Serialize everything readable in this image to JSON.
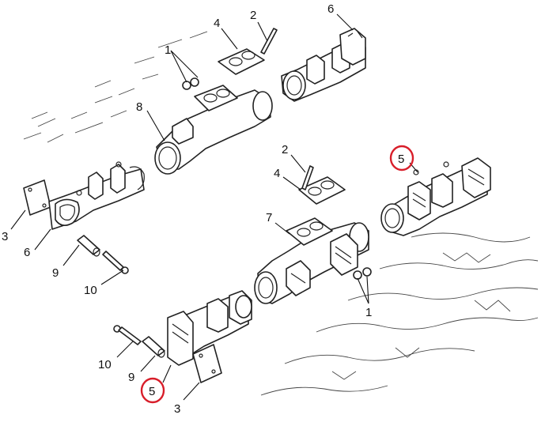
{
  "figure": {
    "labels": {
      "l1_top": "1",
      "l2_top": "2",
      "l4_top": "4",
      "l6_top": "6",
      "l8": "8",
      "l3_left": "3",
      "l6_left": "6",
      "l9_left": "9",
      "l10_left": "10",
      "l5_right": "5",
      "l2_mid": "2",
      "l4_mid": "4",
      "l7": "7",
      "l1_mid": "1",
      "l10_bottom": "10",
      "l9_bottom": "9",
      "l5_bottom": "5",
      "l3_bottom": "3"
    },
    "highlight_color": "#d81e2a"
  }
}
